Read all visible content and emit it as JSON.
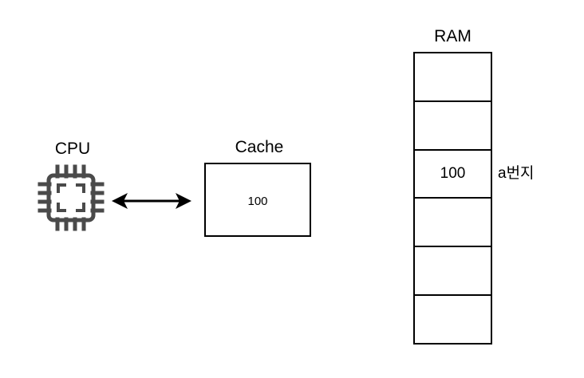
{
  "diagram": {
    "title": "CPU Cache RAM memory diagram",
    "background_color": "#ffffff",
    "stroke_color": "#000000",
    "icon_color": "#4a4a4a"
  },
  "cpu": {
    "label": "CPU",
    "icon": "cpu-chip-icon"
  },
  "connector": {
    "icon": "double-headed-arrow-icon",
    "direction": "bidirectional"
  },
  "cache": {
    "label": "Cache",
    "value": "100"
  },
  "ram": {
    "label": "RAM",
    "address_label": "a번지",
    "cells": [
      {
        "value": ""
      },
      {
        "value": ""
      },
      {
        "value": "100"
      },
      {
        "value": ""
      },
      {
        "value": ""
      },
      {
        "value": ""
      }
    ]
  }
}
